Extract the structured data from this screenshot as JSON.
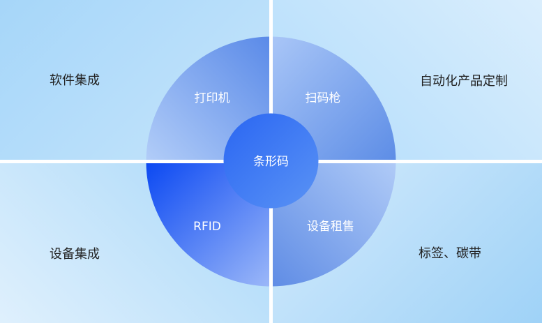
{
  "quadrants": {
    "top_left": "软件集成",
    "top_right": "自动化产品定制",
    "bottom_left": "设备集成",
    "bottom_right": "标签、碳带"
  },
  "segments": {
    "top_left": "打印机",
    "top_right": "扫码枪",
    "bottom_left": "RFID",
    "bottom_right": "设备租售"
  },
  "center": "条形码",
  "colors": {
    "quadrant_bg": "#b3dcf9",
    "segment_dark": "#1a55ee",
    "segment_light": "#a6c3f7",
    "hub": "#3a78f5"
  }
}
